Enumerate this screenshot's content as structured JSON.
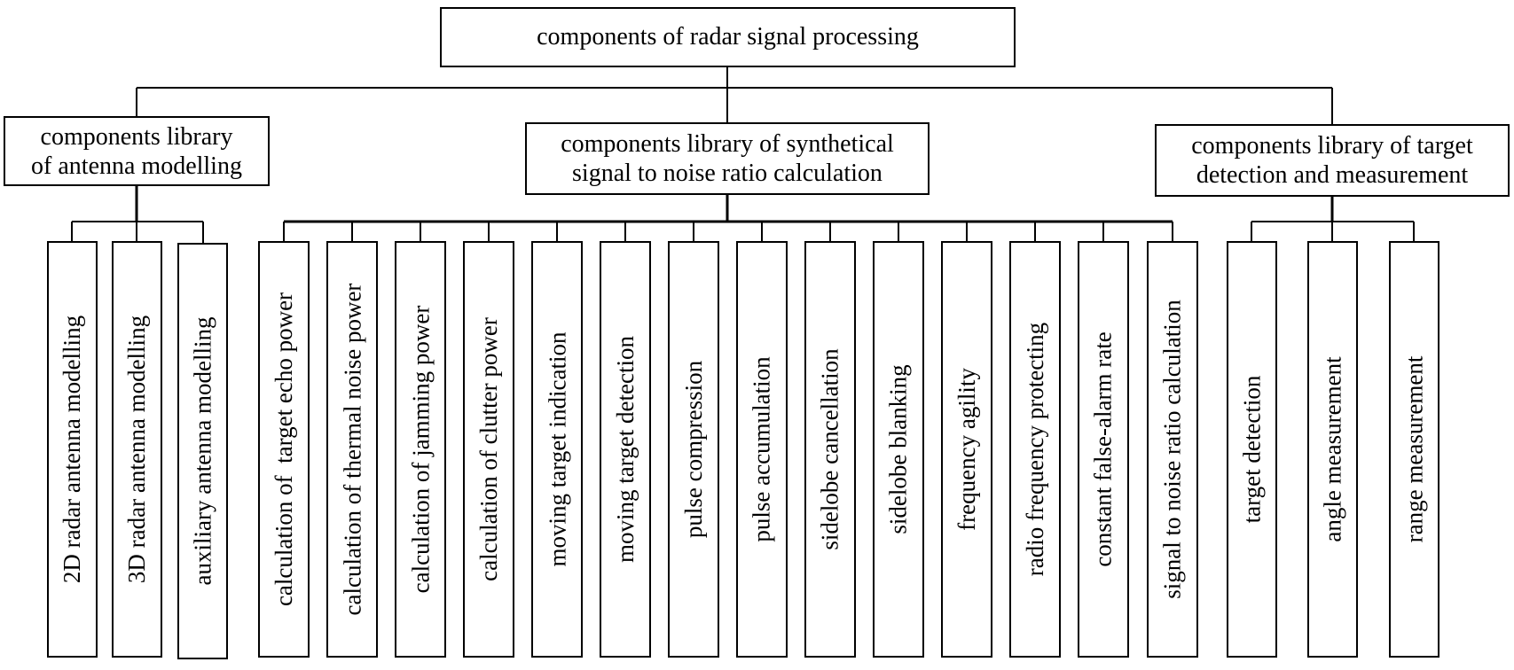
{
  "root": {
    "label": "components of radar signal processing"
  },
  "libraries": [
    {
      "label": "components library\nof antenna modelling",
      "components": [
        "2D radar antenna modelling",
        "3D radar antenna modelling",
        "auxiliary antenna modelling"
      ]
    },
    {
      "label": "components library of synthetical\nsignal to noise ratio calculation",
      "components": [
        "calculation of  target echo power",
        "calculation of thermal noise power",
        "calculation of jamming power",
        "calculation of clutter power",
        "moving target indication",
        "moving target detection",
        "pulse compression",
        "pulse accumulation",
        "sidelobe cancellation",
        "sidelobe blanking",
        "frequency agility",
        "radio frequency protecting",
        "constant false-alarm rate",
        "signal to noise ratio calculation"
      ]
    },
    {
      "label": "components library of target\ndetection and measurement",
      "components": [
        "target detection",
        "angle measurement",
        "range measurement"
      ]
    }
  ]
}
